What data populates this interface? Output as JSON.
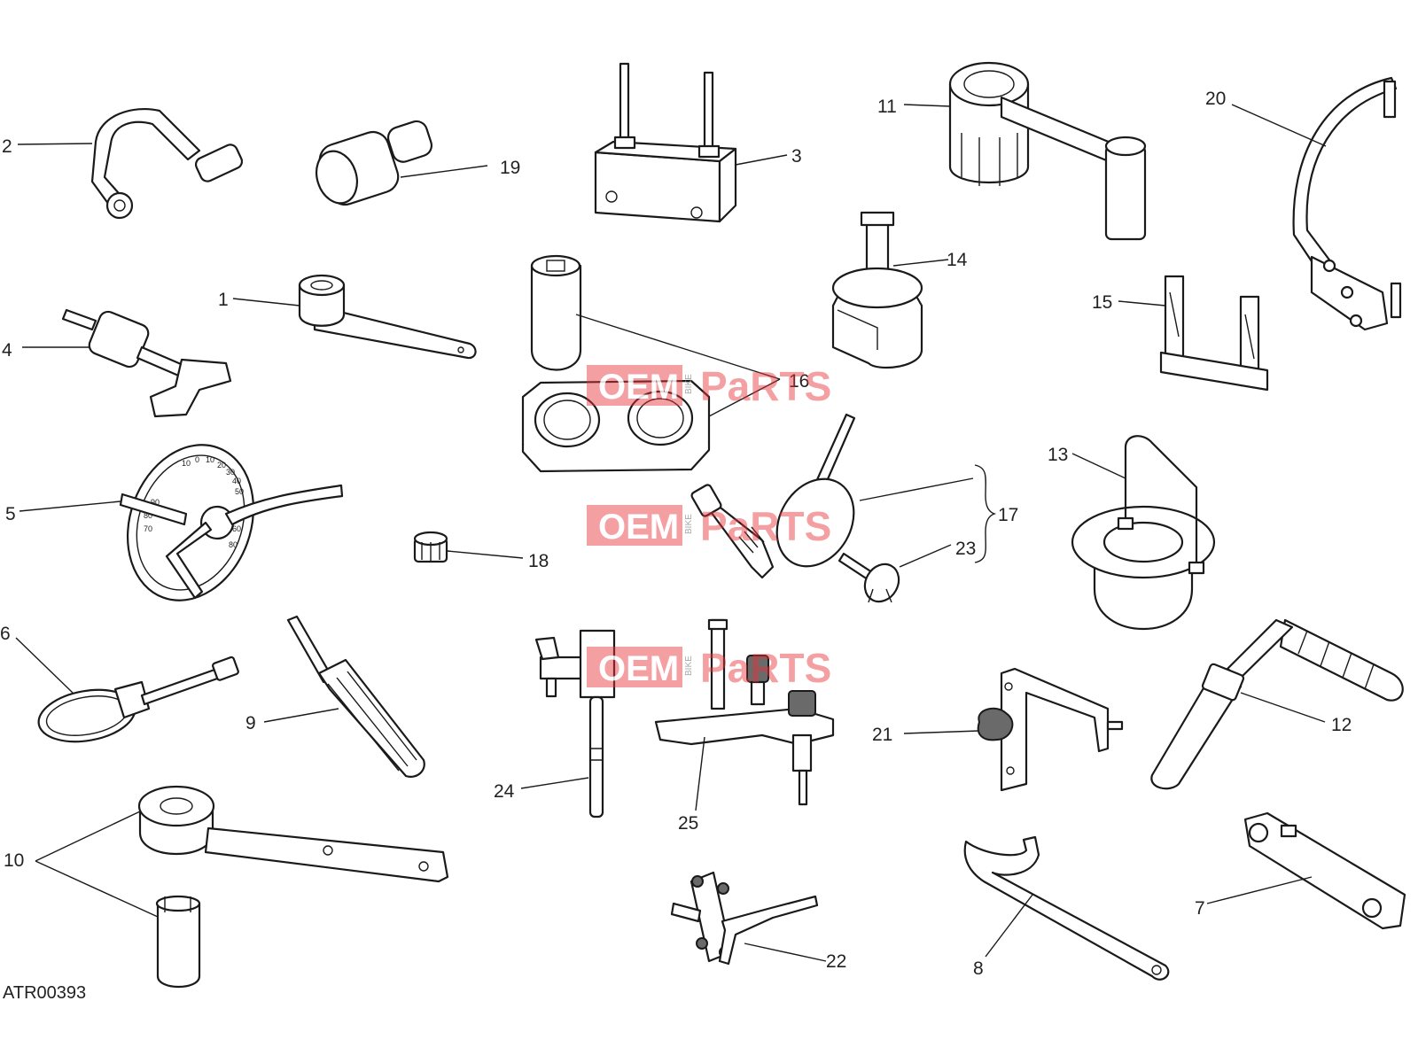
{
  "drawing_code": "ATR00393",
  "callouts": {
    "c1": "1",
    "c2": "2",
    "c3": "3",
    "c4": "4",
    "c5": "5",
    "c6": "6",
    "c7": "7",
    "c8": "8",
    "c9": "9",
    "c10": "10",
    "c11": "11",
    "c12": "12",
    "c13": "13",
    "c14": "14",
    "c15": "15",
    "c16": "16",
    "c17": "17",
    "c18": "18",
    "c19": "19",
    "c20": "20",
    "c21": "21",
    "c22": "22",
    "c23": "23",
    "c24": "24",
    "c25": "25"
  },
  "watermark": {
    "left": "OEM",
    "middle": "BIKE",
    "right": "PaRTS",
    "accent_color": "#e8333a"
  },
  "dial_marks": [
    "10",
    "0",
    "10",
    "20",
    "30",
    "40",
    "50",
    "60",
    "70",
    "80",
    "90",
    "80"
  ]
}
